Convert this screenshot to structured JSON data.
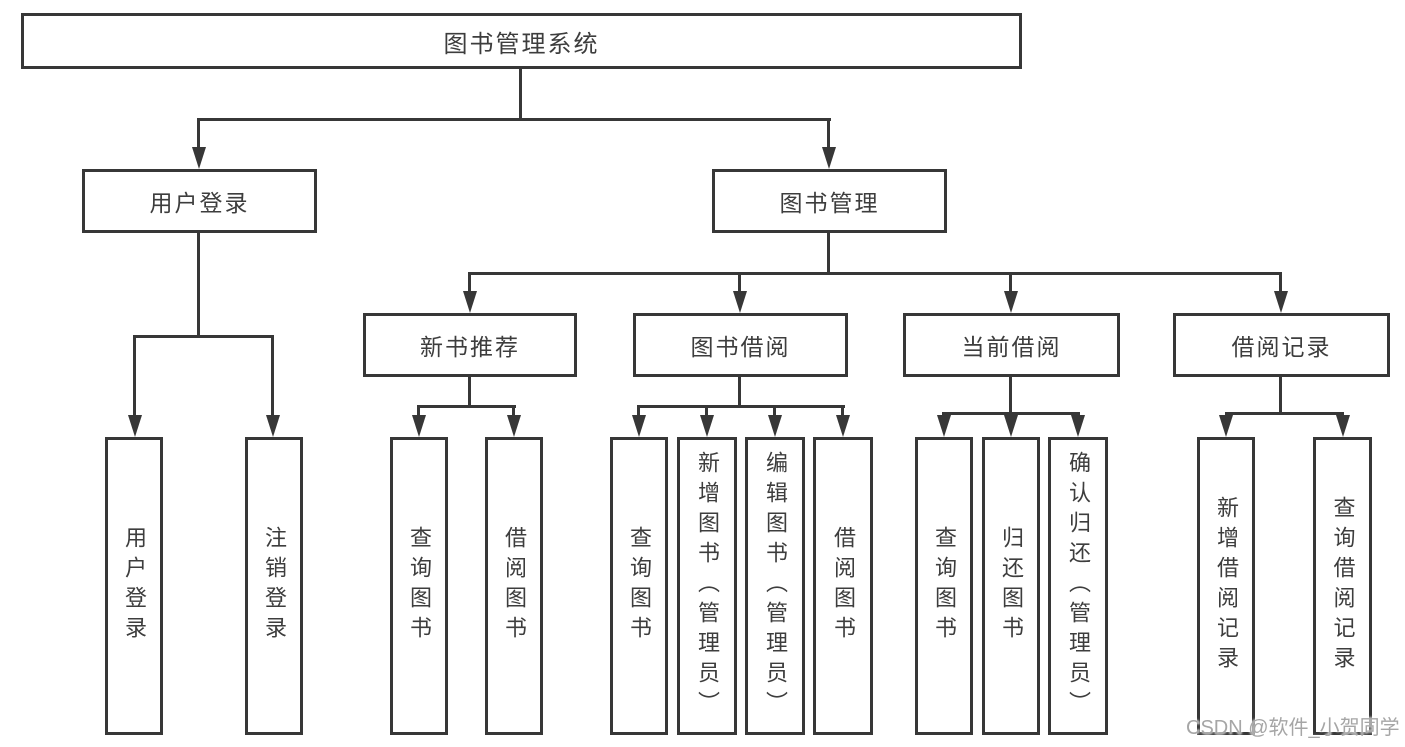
{
  "diagram": {
    "root": {
      "label": "图书管理系统"
    },
    "branches": [
      {
        "label": "用户登录",
        "children": [
          {
            "label": "用户登录"
          },
          {
            "label": "注销登录"
          }
        ]
      },
      {
        "label": "图书管理",
        "children": [
          {
            "label": "新书推荐",
            "children": [
              {
                "label": "查询图书"
              },
              {
                "label": "借阅图书"
              }
            ]
          },
          {
            "label": "图书借阅",
            "children": [
              {
                "label": "查询图书"
              },
              {
                "label": "新增图书（管理员）"
              },
              {
                "label": "编辑图书（管理员）"
              },
              {
                "label": "借阅图书"
              }
            ]
          },
          {
            "label": "当前借阅",
            "children": [
              {
                "label": "查询图书"
              },
              {
                "label": "归还图书"
              },
              {
                "label": "确认归还（管理员）"
              }
            ]
          },
          {
            "label": "借阅记录",
            "children": [
              {
                "label": "新增借阅记录"
              },
              {
                "label": "查询借阅记录"
              }
            ]
          }
        ]
      }
    ],
    "watermark": "CSDN @软件_小贺同学",
    "colors": {
      "line": "#373737",
      "text": "#3d3d3d",
      "watermark": "#a6a6a6",
      "background": "#ffffff"
    }
  }
}
